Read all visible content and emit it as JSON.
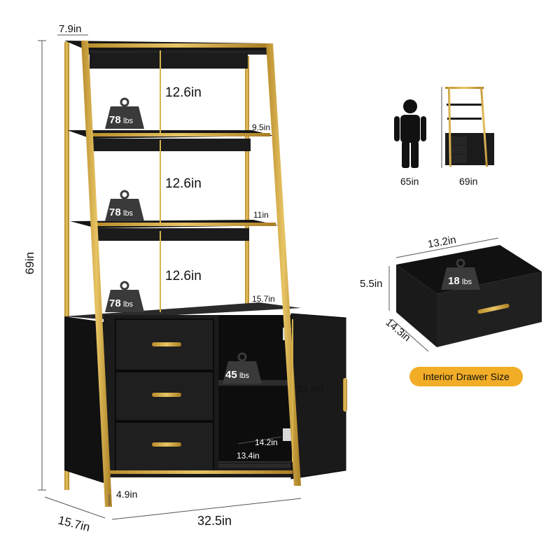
{
  "colors": {
    "gold": "#c9a13a",
    "black": "#1b1b1b",
    "badge": "#f2ad26"
  },
  "shelf": {
    "top_depth": "7.9in",
    "height": "69in",
    "gap1": "12.6in",
    "gap2": "12.6in",
    "gap3": "12.6in",
    "depth2": "9.5in",
    "depth3": "11in",
    "depth_top_cabinet": "15.7in",
    "base_depth": "15.7in",
    "width": "32.5in",
    "leg_height": "4.9in",
    "inner_height": "23.4in",
    "inner_depth": "14.2in",
    "inner_width": "13.4in"
  },
  "loads": {
    "shelf1": {
      "value": "78",
      "unit": "lbs"
    },
    "shelf2": {
      "value": "78",
      "unit": "lbs"
    },
    "cabinet_top": {
      "value": "78",
      "unit": "lbs"
    },
    "inner_shelf": {
      "value": "45",
      "unit": "lbs"
    },
    "drawer": {
      "value": "18",
      "unit": "lbs"
    }
  },
  "comparison": {
    "person_height": "65in",
    "furniture_height": "69in"
  },
  "drawer": {
    "width": "13.2in",
    "height": "5.5in",
    "depth": "14.3in"
  },
  "badge": {
    "label": "Interior Drawer Size"
  }
}
